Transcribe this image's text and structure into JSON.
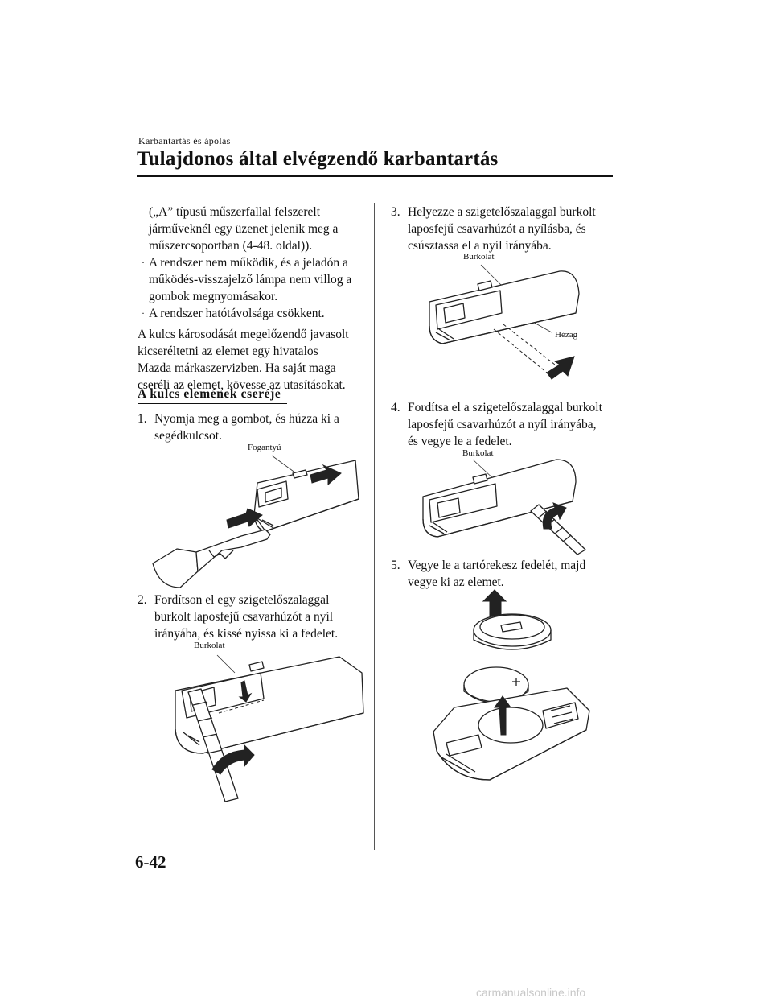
{
  "header": {
    "section_label": "Karbantartás és ápolás",
    "title": "Tulajdonos által elvégzendő karbantartás"
  },
  "left_column": {
    "intro_lines": [
      "(„A” típusú műszerfallal felszerelt",
      "járműveknél egy üzenet jelenik meg a",
      "műszercsoportban (4-48. oldal))."
    ],
    "bullets": [
      {
        "lines": [
          "A rendszer nem működik, és a jeladón a",
          "működés-visszajelző lámpa nem villog a",
          "gombok megnyomásakor."
        ]
      },
      {
        "lines": [
          "A rendszer hatótávolsága csökkent."
        ]
      }
    ],
    "paragraph_lines": [
      "A kulcs károsodását megelőzendő javasolt",
      "kicseréltetni az elemet egy hivatalos",
      "Mazda márkaszervizben. Ha saját maga",
      "cseréli az elemet, kövesse az utasításokat."
    ],
    "subheading": "A kulcs elemének cseréje",
    "step1": {
      "num": "1.",
      "lines": [
        "Nyomja meg a gombot, és húzza ki a",
        "segédkulcsot."
      ],
      "caption": "Fogantyú"
    },
    "step2": {
      "num": "2.",
      "lines": [
        "Fordítson el egy szigetelőszalaggal",
        "burkolt laposfejű csavarhúzót a nyíl",
        "irányába, és kissé nyissa ki a fedelet."
      ],
      "caption": "Burkolat"
    }
  },
  "right_column": {
    "step3": {
      "num": "3.",
      "lines": [
        "Helyezze a szigetelőszalaggal burkolt",
        "laposfejű csavarhúzót a nyílásba, és",
        "csúsztassa el a nyíl irányába."
      ],
      "caption_cover": "Burkolat",
      "caption_gap": "Hézag"
    },
    "step4": {
      "num": "4.",
      "lines": [
        "Fordítsa el a szigetelőszalaggal burkolt",
        "laposfejű csavarhúzót a nyíl irányába,",
        "és vegye le a fedelet."
      ],
      "caption": "Burkolat"
    },
    "step5": {
      "num": "5.",
      "lines": [
        "Vegye le a tartórekesz fedelét, majd",
        "vegye ki az elemet."
      ]
    }
  },
  "page_number": "6-42",
  "footer_watermark": "carmanualsonline.info"
}
